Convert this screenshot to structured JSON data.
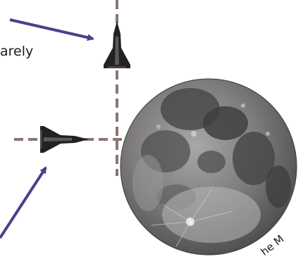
{
  "captions": {
    "top_left": "arely",
    "moon_label": "he M"
  },
  "colors": {
    "arrow": "#4b3f8c",
    "guide_line": "#8a7670",
    "aircraft": "#222222",
    "moon_dark": "#3a3a3a",
    "moon_light": "#b5b5b5"
  },
  "icons": {
    "vertical_aircraft": "delta-wing-aircraft-icon",
    "horizontal_aircraft": "delta-wing-aircraft-icon",
    "moon": "moon-image"
  }
}
